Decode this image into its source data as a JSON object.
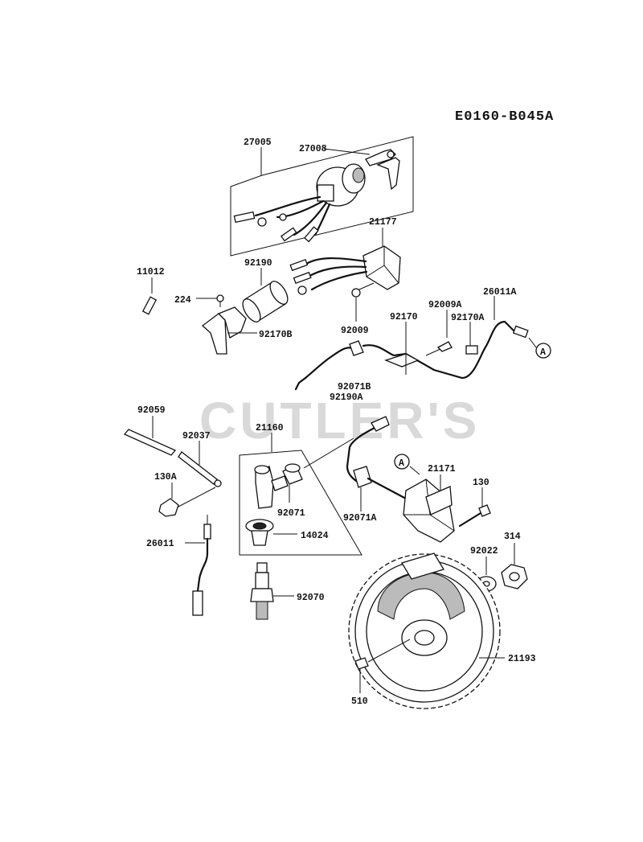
{
  "diagram_code": "E0160-B045A",
  "watermark": "CUTLER'S",
  "callout_ref": "A",
  "part_labels": {
    "p27005": "27005",
    "p27008": "27008",
    "p21177": "21177",
    "p11012": "11012",
    "p92190": "92190",
    "p224": "224",
    "p92170B": "92170B",
    "p92009": "92009",
    "p92009A": "92009A",
    "p26011A": "26011A",
    "p92170": "92170",
    "p92170A": "92170A",
    "p92071B": "92071B",
    "p92190A": "92190A",
    "p92059": "92059",
    "p21160": "21160",
    "p92037": "92037",
    "p130A": "130A",
    "p92071": "92071",
    "p14024": "14024",
    "p26011": "26011",
    "p92070": "92070",
    "p92071A": "92071A",
    "p21171": "21171",
    "p130": "130",
    "p314": "314",
    "p92022": "92022",
    "p21193": "21193",
    "p510": "510"
  }
}
